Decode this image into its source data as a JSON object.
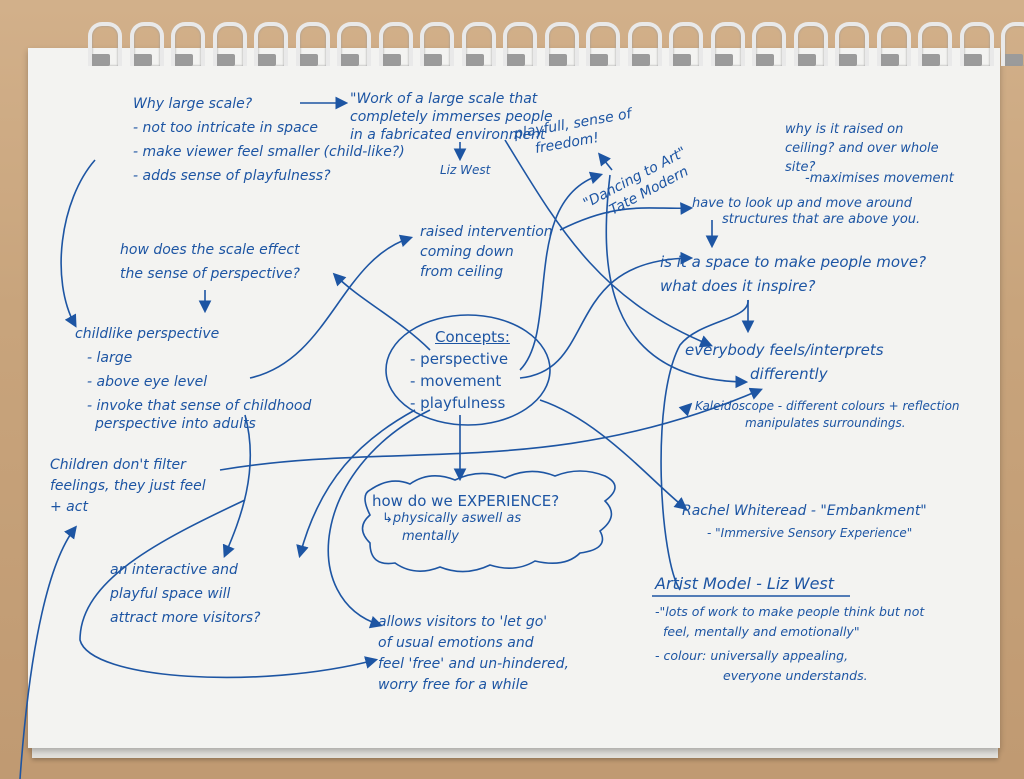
{
  "colors": {
    "ink": "#1d55a3",
    "paper": "#f3f3f1",
    "desk": "#c8a47c"
  },
  "why_large_scale": {
    "title": "Why large scale?",
    "items": [
      "- not too intricate in space",
      "- make viewer feel smaller (child-like?)",
      "- adds sense of playfulness?"
    ]
  },
  "quote_large_scale": [
    "\"Work of a large scale that",
    "completely immerses people",
    "in a fabricated environment"
  ],
  "quote_source": "Liz West",
  "playful_note": [
    "playfull, sense of",
    "freedom!"
  ],
  "dancing_to_art": [
    "\"Dancing to Art\"",
    "-Tate Modern"
  ],
  "why_ceiling": [
    "why is it raised on",
    "ceiling? and over whole",
    "site?",
    "-maximises movement"
  ],
  "look_up": [
    "have to look up and move around",
    "structures that are above you."
  ],
  "space_move": [
    "is it a space to make people move?",
    "what does it inspire?"
  ],
  "raised_intervention": [
    "raised intervention",
    "coming down",
    "from ceiling"
  ],
  "scale_perspective": [
    "how does the scale effect",
    "the sense of perspective?"
  ],
  "childlike": {
    "title": "childlike perspective",
    "items": [
      "- large",
      "- above eye level",
      "- invoke that sense of childhood",
      "perspective into adults"
    ]
  },
  "concepts": {
    "title": "Concepts:",
    "items": [
      "- perspective",
      "- movement",
      "- playfulness"
    ]
  },
  "everybody": [
    "everybody feels/interprets",
    "differently"
  ],
  "kaleidoscope": [
    "Kaleidoscope - different colours + reflection",
    "manipulates surroundings."
  ],
  "children": [
    "Children don't filter",
    "feelings, they just feel",
    "+ act"
  ],
  "experience": [
    "how do we EXPERIENCE?",
    "↳physically aswell as",
    "mentally"
  ],
  "interactive": [
    "an interactive and",
    "playful space will",
    "attract more visitors?"
  ],
  "rachel": [
    "Rachel Whiteread - \"Embankment\"",
    "- \"Immersive Sensory Experience\""
  ],
  "artist_model": {
    "title": "Artist Model - Liz West",
    "items": [
      "-\"lots of work to make people think but not",
      "feel, mentally and emotionally\"",
      "- colour: universally appealing,",
      "everyone understands."
    ]
  },
  "allows": [
    "allows visitors to 'let go'",
    "of usual emotions and",
    "feel 'free' and un-hindered,",
    "worry free for a while"
  ]
}
